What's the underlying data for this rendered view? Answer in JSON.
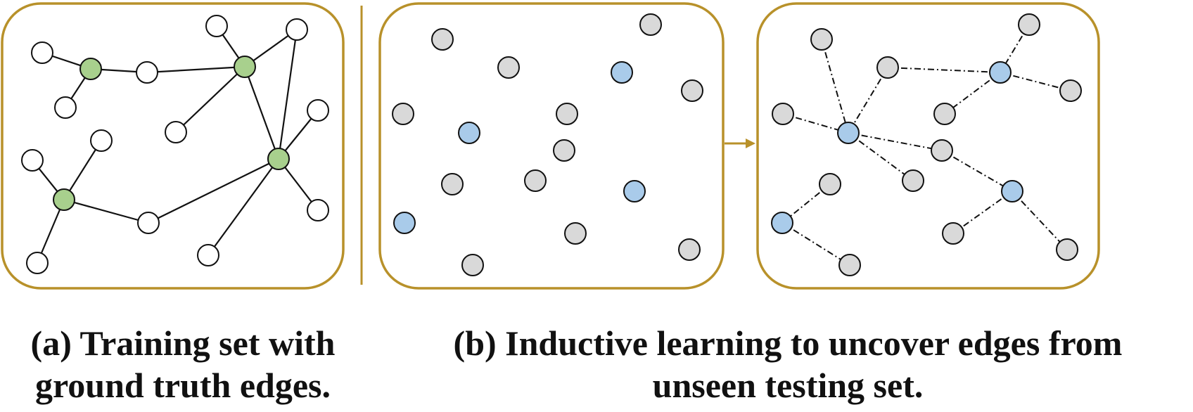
{
  "colors": {
    "panel_border": "#B8912A",
    "node_stroke": "#111111",
    "node_plain": "#FFFFFF",
    "node_train_center": "#A8D08D",
    "node_test_gray": "#D9D9D9",
    "node_test_blue": "#A9CBEA",
    "edge_solid": "#111111",
    "edge_dashdot": "#111111"
  },
  "captions": {
    "a": {
      "line1": "(a) Training set with",
      "line2": "ground truth edges."
    },
    "b": {
      "line1": "(b) Inductive learning to uncover edges from",
      "line2": "unseen testing set."
    }
  },
  "diagram": {
    "panels": [
      "training-panel",
      "testing-panel-unlinked",
      "testing-panel-linked"
    ],
    "node_types": [
      "plain",
      "train-center",
      "test-gray",
      "test-blue"
    ],
    "edge_styles": {
      "training-panel": "solid",
      "testing-panel-linked": "dash-dot"
    },
    "arrow": "right"
  }
}
